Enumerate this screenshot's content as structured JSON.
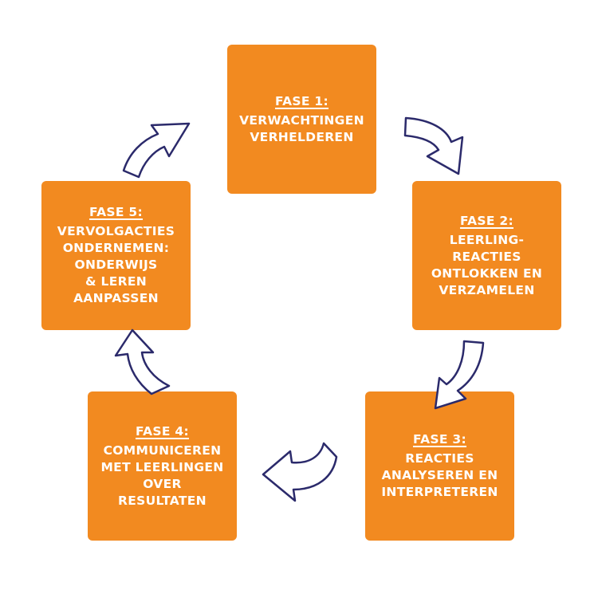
{
  "phases": [
    {
      "title": "FASE 1:",
      "lines": [
        "VERWACHTINGEN",
        "VERHELDEREN"
      ]
    },
    {
      "title": "FASE 2:",
      "lines": [
        "LEERLING-",
        "REACTIES",
        "ONTLOKKEN EN",
        "VERZAMELEN"
      ]
    },
    {
      "title": "FASE 3:",
      "lines": [
        "REACTIES",
        "ANALYSEREN EN",
        "INTERPRETEREN"
      ]
    },
    {
      "title": "FASE 4:",
      "lines": [
        "COMMUNICEREN",
        "MET LEERLINGEN",
        "OVER",
        "RESULTATEN"
      ]
    },
    {
      "title": "FASE 5:",
      "lines": [
        "VERVOLGACTIES",
        "ONDERNEMEN:",
        "ONDERWIJS",
        "& LEREN",
        "AANPASSEN"
      ]
    }
  ],
  "colors": {
    "box_fill": "#f28a20",
    "box_text": "#ffffff",
    "arrow_fill": "#ffffff",
    "arrow_outline": "#2b2a6b"
  },
  "arrows": [
    {
      "icon": "curved-arrow-icon",
      "from": "FASE 1:",
      "to": "FASE 2:"
    },
    {
      "icon": "curved-arrow-icon",
      "from": "FASE 2:",
      "to": "FASE 3:"
    },
    {
      "icon": "curved-arrow-icon",
      "from": "FASE 3:",
      "to": "FASE 4:"
    },
    {
      "icon": "curved-arrow-icon",
      "from": "FASE 4:",
      "to": "FASE 5:"
    },
    {
      "icon": "curved-arrow-icon",
      "from": "FASE 5:",
      "to": "FASE 1:"
    }
  ]
}
